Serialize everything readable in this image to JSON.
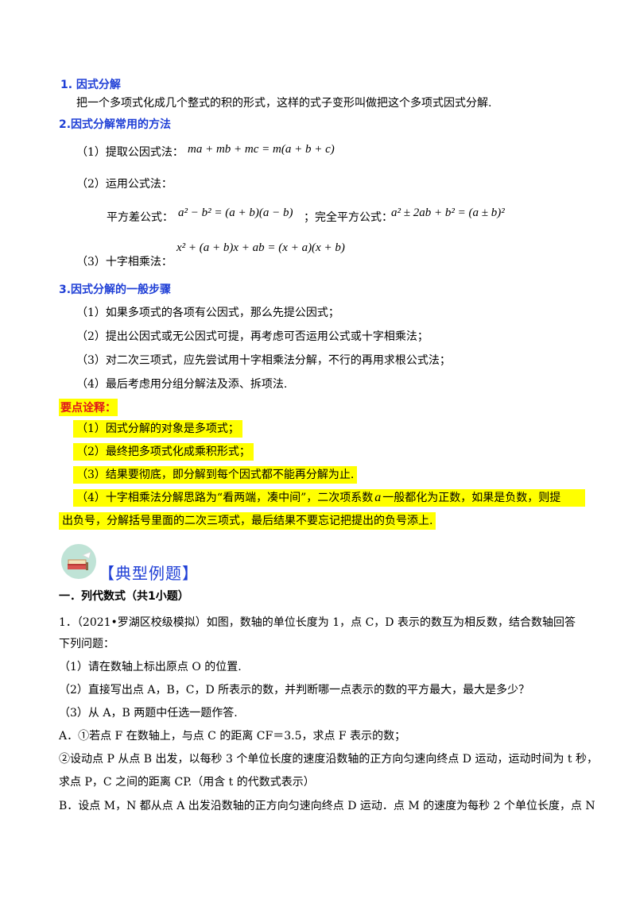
{
  "s1": {
    "title": "1.  因式分解",
    "body": "把一个多项式化成几个整式的积的形式，这样的式子变形叫做把这个多项式因式分解."
  },
  "s2": {
    "title": "2.因式分解常用的方法",
    "m1_label": "（1）提取公因式法：",
    "m1_formula": "ma + mb + mc = m(a + b + c)",
    "m2_label": "（2）运用公式法：",
    "m2_sq_label": "平方差公式：",
    "m2_sq_formula": "a² − b² = (a + b)(a − b)",
    "m2_sep": "；完全平方公式：",
    "m2_full_formula": "a² ± 2ab + b² = (a ± b)²",
    "m3_formula": "x² + (a + b)x + ab = (x + a)(x + b)",
    "m3_label": "（3）十字相乘法："
  },
  "s3": {
    "title": "3.因式分解的一般步骤",
    "steps": [
      "（1）如果多项式的各项有公因式，那么先提公因式；",
      "（2）提出公因式或无公因式可提，再考虑可否运用公式或十字相乘法；",
      "（3）对二次三项式，应先尝试用十字相乘法分解，不行的再用求根公式法；",
      "（4）最后考虑用分组分解法及添、拆项法."
    ]
  },
  "notes": {
    "title": "要点诠释：",
    "items": [
      "（1）因式分解的对象是多项式；",
      "（2）最终把多项式化成乘积形式；",
      "（3）结果要彻底，即分解到每个因式都不能再分解为止."
    ],
    "item4_a": "（4）十字相乘法分解思路为“看两端，凑中间”，二次项系数",
    "item4_var": "a",
    "item4_b": "一般都化为正数，如果是负数，则提",
    "item4_c": "出负号，分解括号里面的二次三项式，最后结果不要忘记把提出的负号添上."
  },
  "examples": {
    "banner": "【典型例题】",
    "section": "一．列代数式（共1小题）",
    "q_line1": "1．（2021•罗湖区校级模拟）如图，数轴的单位长度为 1，点 C，D 表示的数互为相反数，结合数轴回答",
    "q_line2": "下列问题：",
    "q_p1": "（1）请在数轴上标出原点 O 的位置.",
    "q_p2": "（2）直接写出点 A，B，C，D 所表示的数，并判断哪一点表示的数的平方最大，最大是多少？",
    "q_p3": "（3）从 A，B 两题中任选一题作答.",
    "qa_1": "A．①若点 F 在数轴上，与点 C 的距离 CF＝3.5，求点 F 表示的数；",
    "qa_2": "②设动点 P 从点 B 出发，以每秒 3 个单位长度的速度沿数轴的正方向匀速向终点 D 运动，运动时间为 t 秒，",
    "qa_3": "求点 P，C 之间的距离 CP.（用含 t 的代数式表示）",
    "qb_1": "B．设点 M，N 都从点 A 出发沿数轴的正方向匀速向终点 D 运动．点 M 的速度为每秒 2 个单位长度，点 N"
  }
}
